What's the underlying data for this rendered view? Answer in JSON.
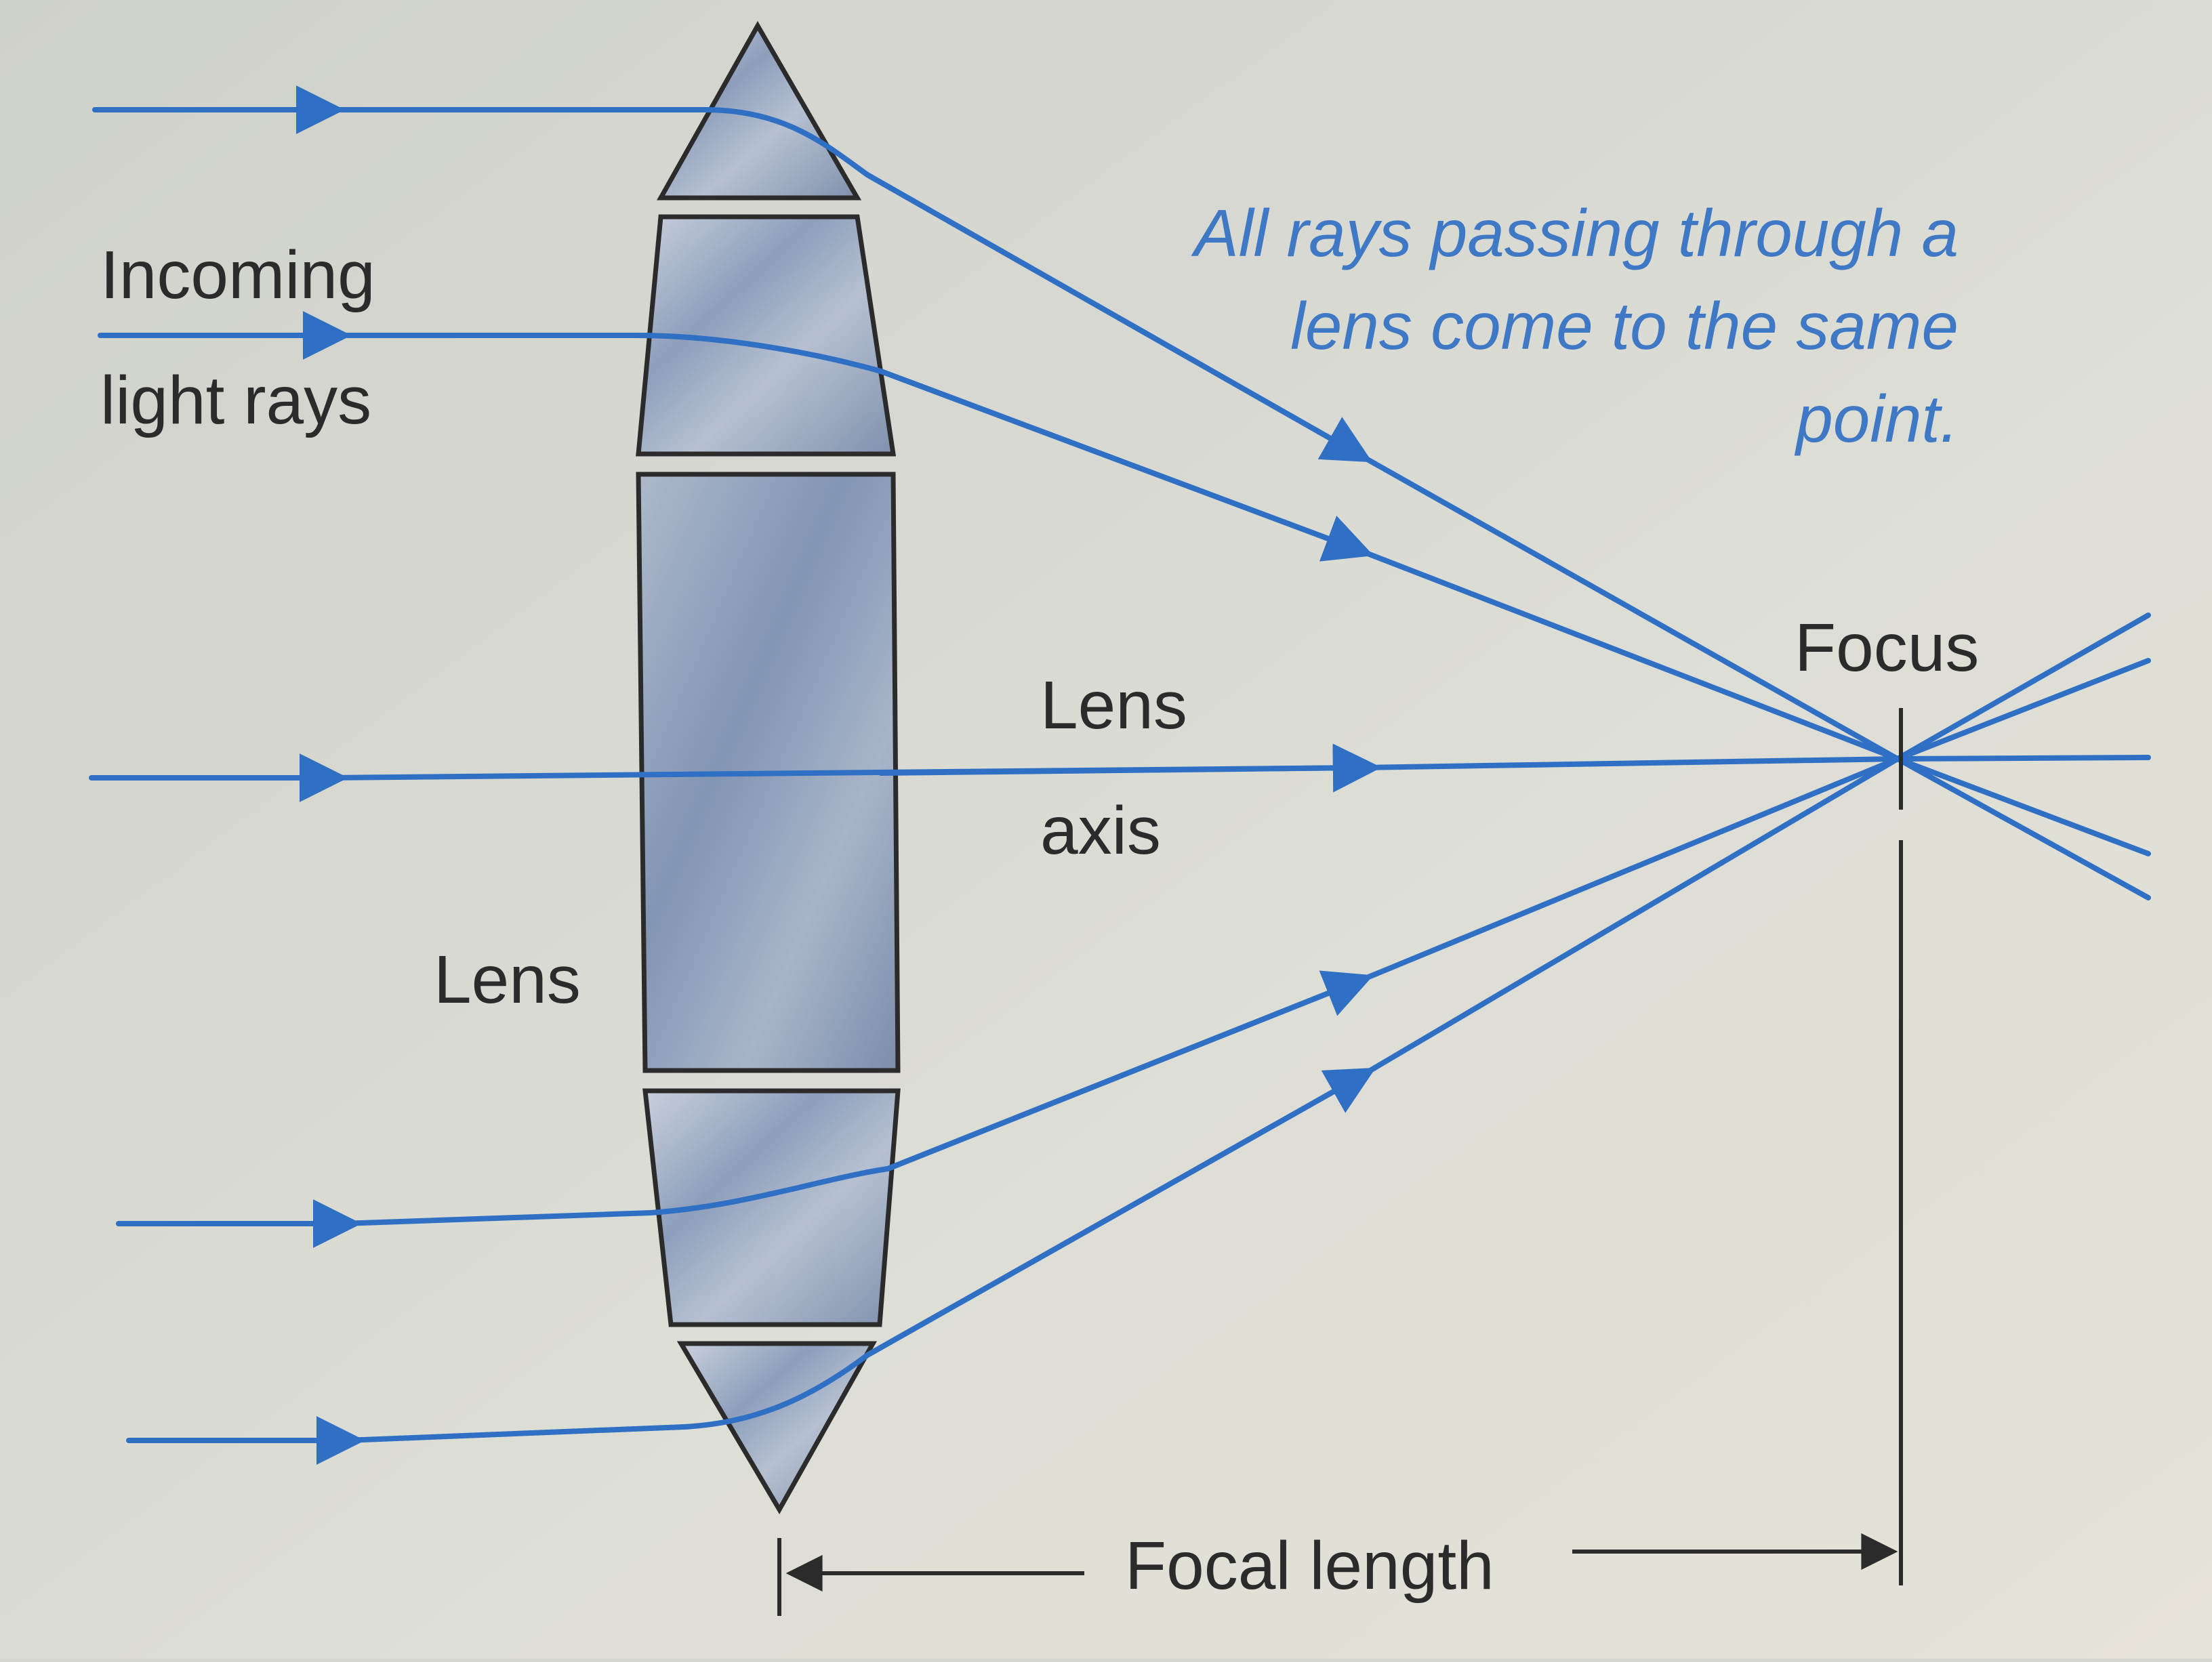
{
  "diagram": {
    "labels": {
      "incoming_line1": "Incoming",
      "incoming_line2": "light rays",
      "note_line1": "All rays passing through a",
      "note_line2": "lens come to the same",
      "note_line3": "point.",
      "focus": "Focus",
      "axis_line1": "Lens",
      "axis_line2": "axis",
      "lens": "Lens",
      "focal_length": "Focal length"
    },
    "colors": {
      "background": "#d6d7cf",
      "ray": "#2f6fc4",
      "note_text": "#3f78c4",
      "outline": "#2b2b2b",
      "lens_fill": "#a4b1c6"
    },
    "icons": {
      "ray_arrow": "arrowhead-right",
      "dimension_arrow": "arrow-both"
    }
  }
}
